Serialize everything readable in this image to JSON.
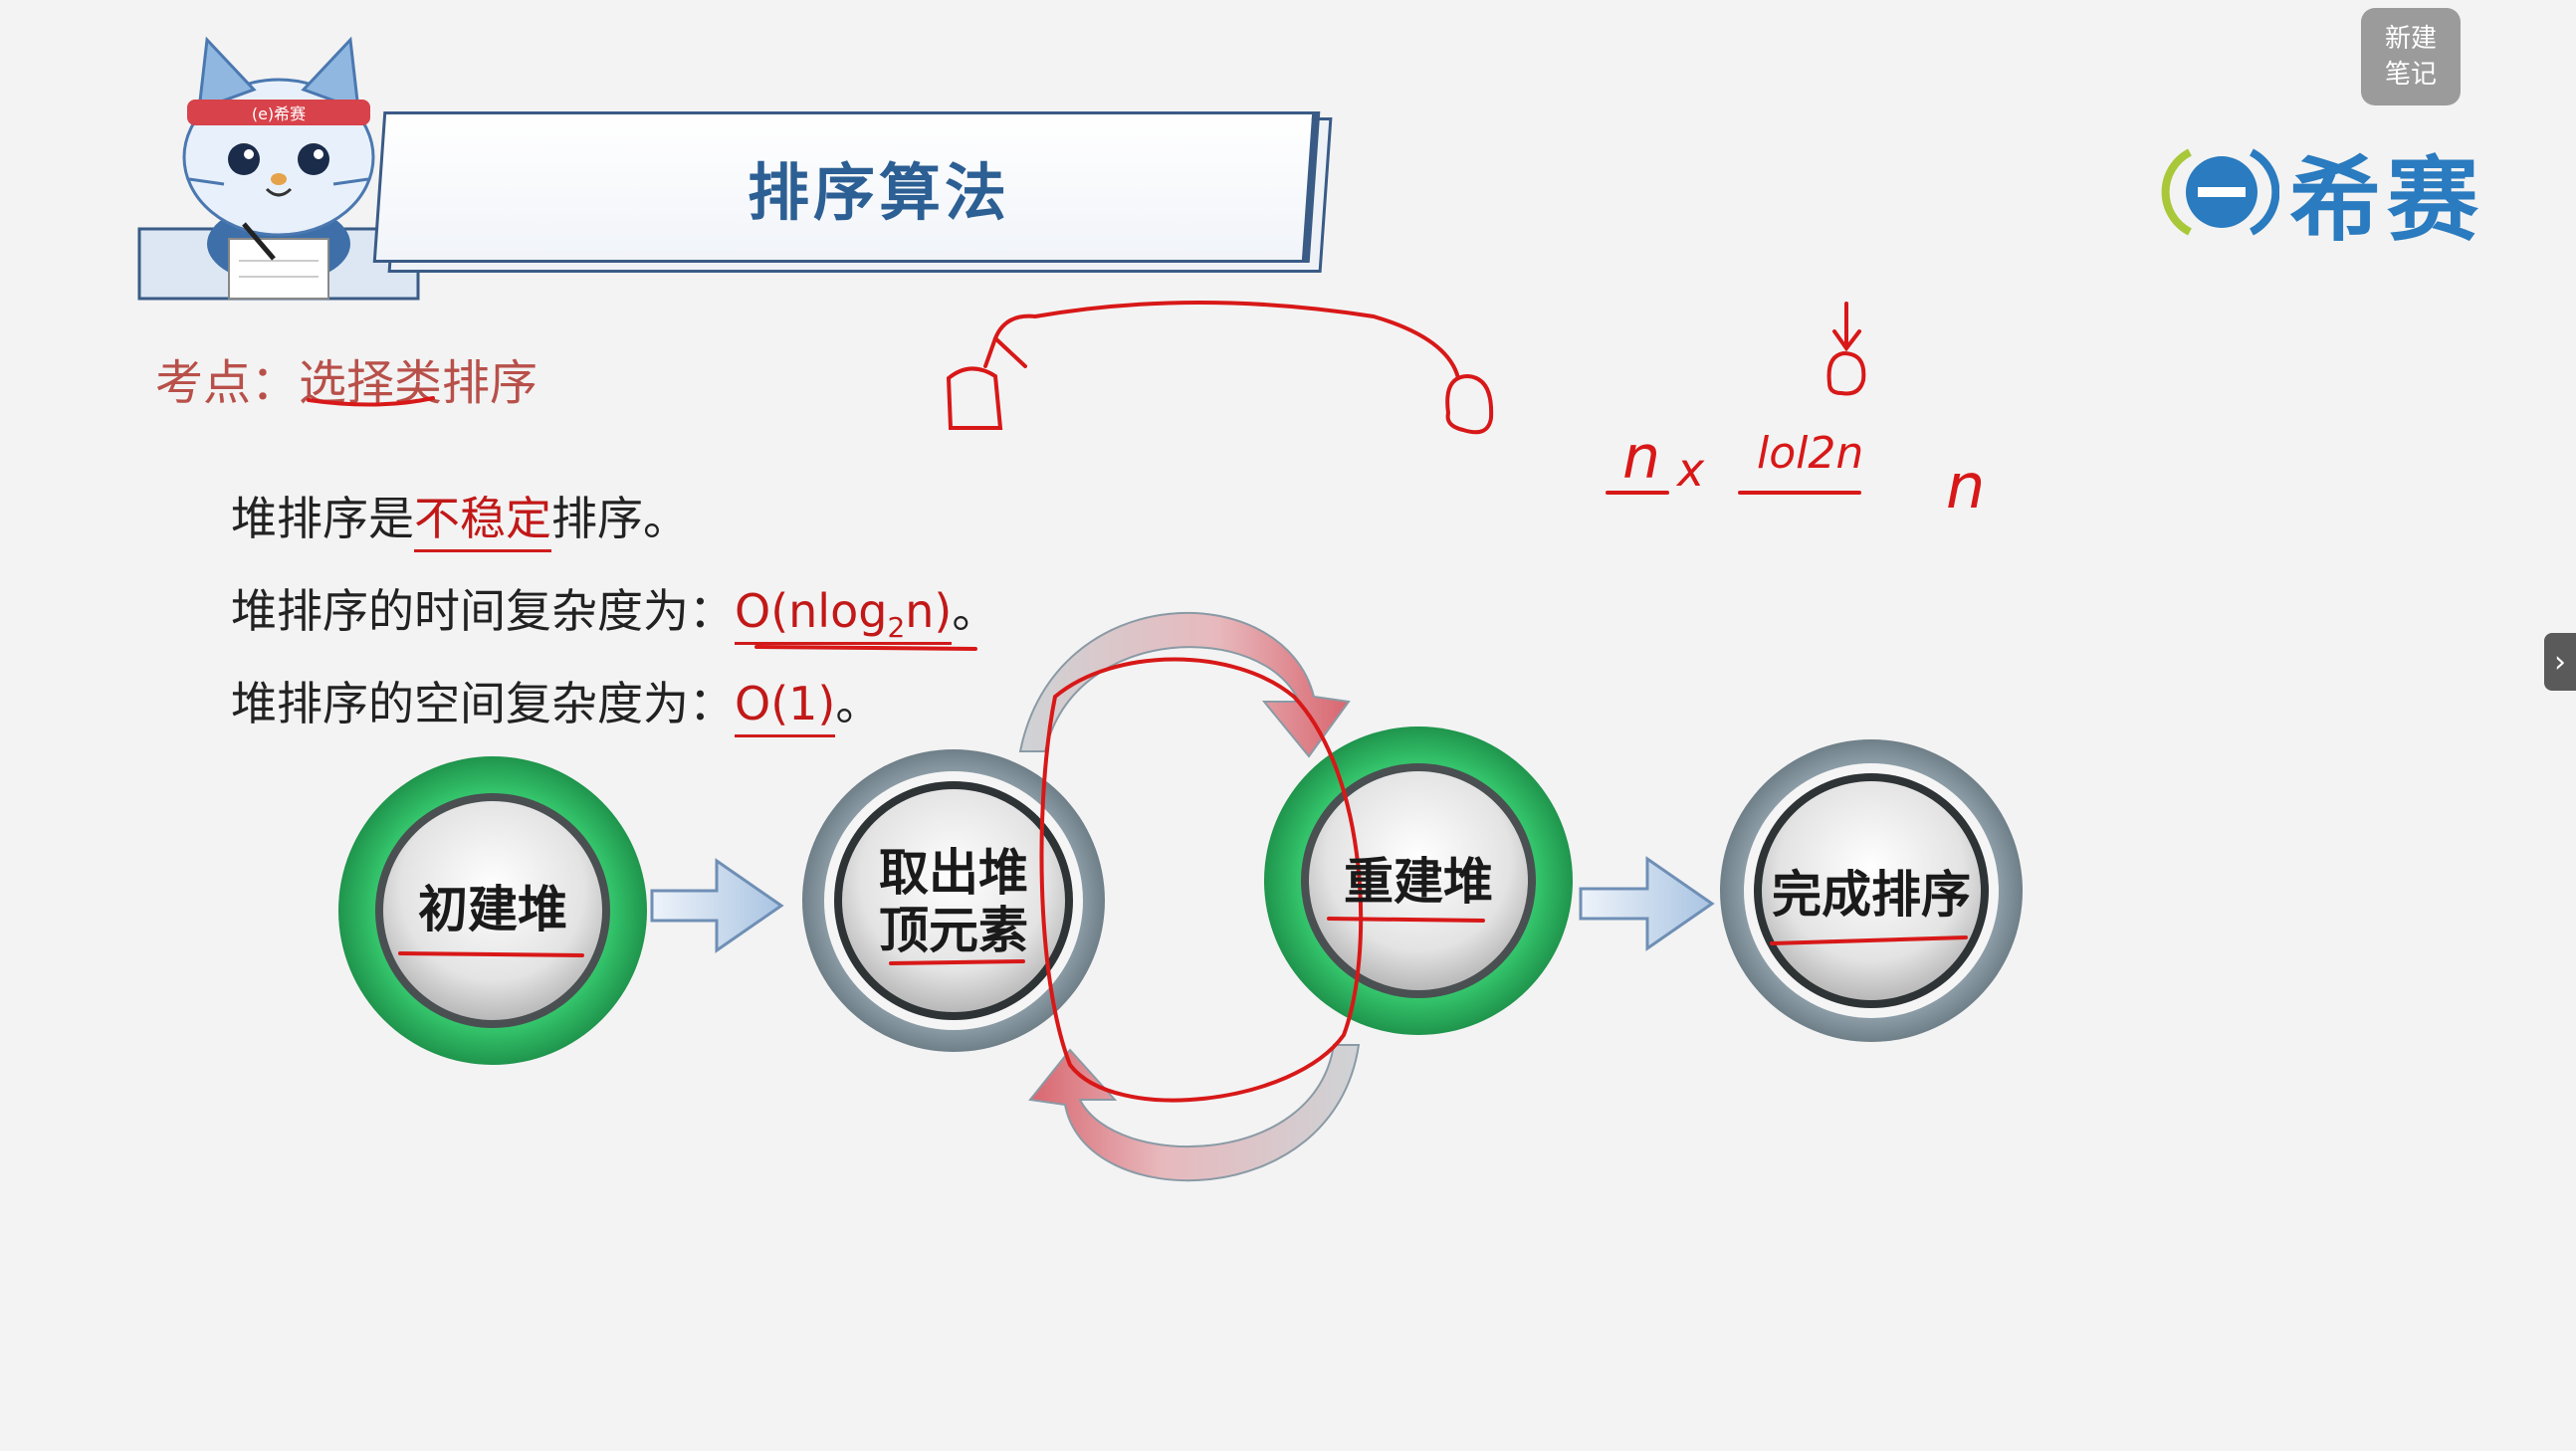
{
  "header": {
    "title": "排序算法"
  },
  "note_button": {
    "line1": "新建",
    "line2": "笔记"
  },
  "logo": {
    "text": "希赛",
    "badge": "(e)希赛"
  },
  "key_point": {
    "label": "考点：",
    "topic": "选择类排序"
  },
  "statements": [
    {
      "prefix": "堆排序是",
      "highlight": "不稳定",
      "suffix": "排序。"
    },
    {
      "prefix": "堆排序的时间复杂度为：",
      "highlight_main": "O(nlog",
      "highlight_sub": "2",
      "highlight_end": "n)",
      "suffix": "。"
    },
    {
      "prefix": "堆排序的空间复杂度为：",
      "highlight": "O(1)",
      "suffix": "。"
    }
  ],
  "flow": {
    "nodes": [
      {
        "label": "初建堆",
        "ring": "green"
      },
      {
        "label_line1": "取出堆",
        "label_line2": "顶元素",
        "ring": "gray"
      },
      {
        "label": "重建堆",
        "ring": "green"
      },
      {
        "label": "完成排序",
        "ring": "gray"
      }
    ]
  },
  "colors": {
    "accent_red": "#c21818",
    "title_blue": "#2c5f93",
    "green_ring": "#22b35a",
    "gray_ring": "#7d8f99",
    "logo_blue": "#2a7bbf",
    "logo_green": "#a8c83a"
  },
  "icons": {
    "side_toggle": "chevron-right-icon"
  },
  "annotations": {
    "formula_n": "n",
    "formula_times": "x",
    "formula_log": "lol2n",
    "formula_n2": "n"
  }
}
